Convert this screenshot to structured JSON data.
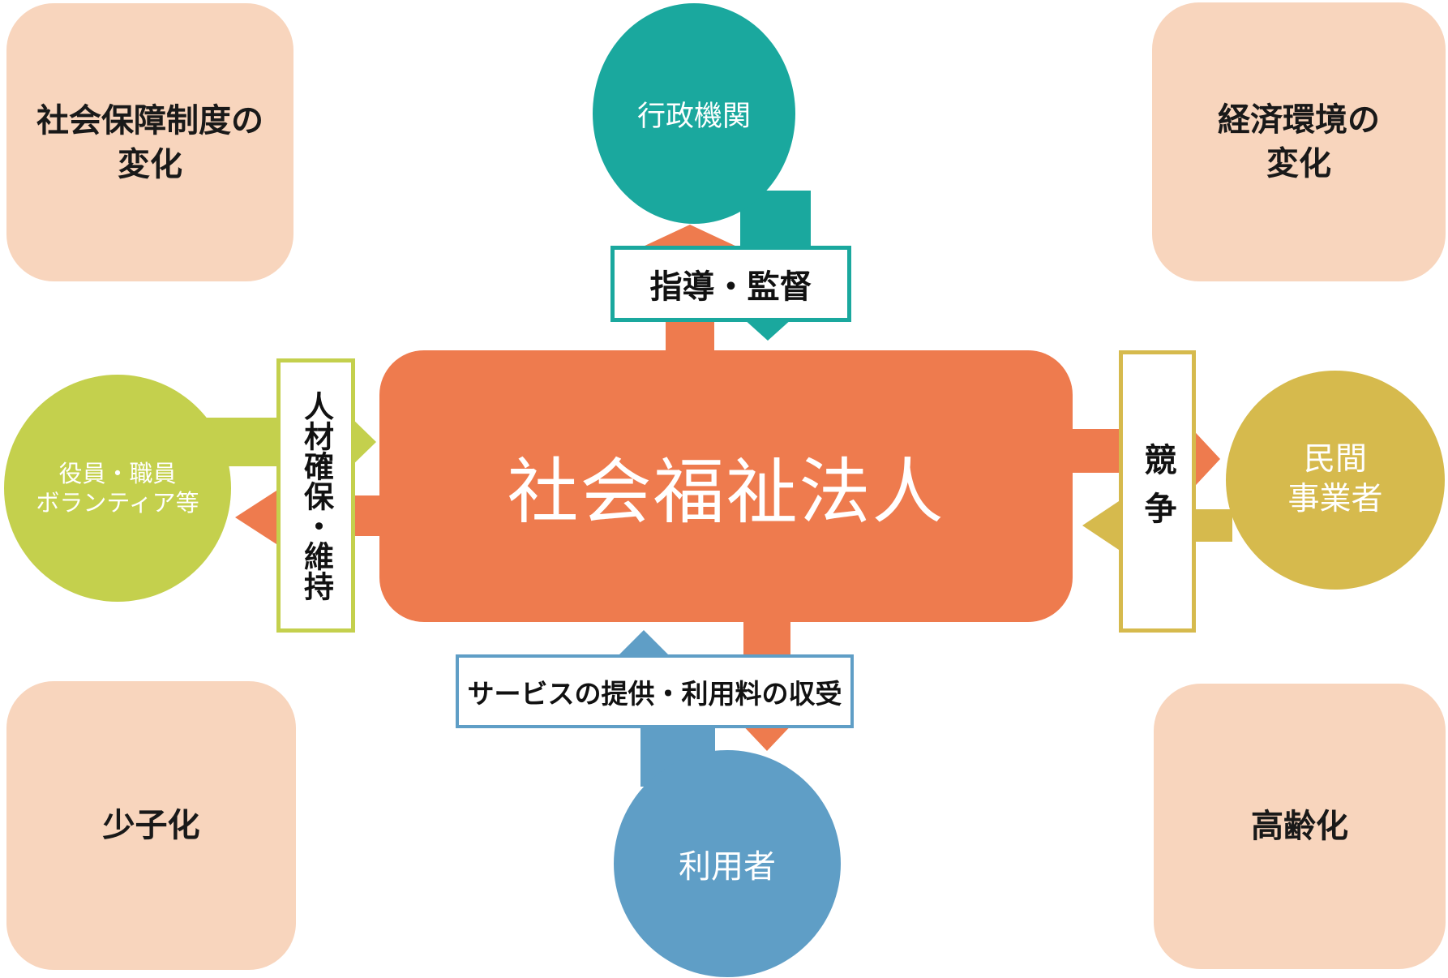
{
  "diagram": {
    "center": {
      "label": "社会福祉法人",
      "color": "#EE7B4E"
    },
    "environment_factors": {
      "color": "#F8D5BD",
      "top_left": {
        "line1": "社会保障制度の",
        "line2": "変化"
      },
      "top_right": {
        "line1": "経済環境の",
        "line2": "変化"
      },
      "bottom_left": {
        "line1": "少子化"
      },
      "bottom_right": {
        "line1": "高齢化"
      }
    },
    "stakeholders": {
      "top": {
        "name": "行政機関",
        "relation": "指導・監督",
        "color": "#1AA89E"
      },
      "left": {
        "name_line1": "役員・職員",
        "name_line2": "ボランティア等",
        "relation": "人材確保・維持",
        "color": "#C4D04D"
      },
      "right": {
        "name_line1": "民間",
        "name_line2": "事業者",
        "relation": "競争",
        "color": "#D6BA4D"
      },
      "bottom": {
        "name": "利用者",
        "relation": "サービスの提供・利用料の収受",
        "color": "#5F9EC6"
      }
    }
  }
}
